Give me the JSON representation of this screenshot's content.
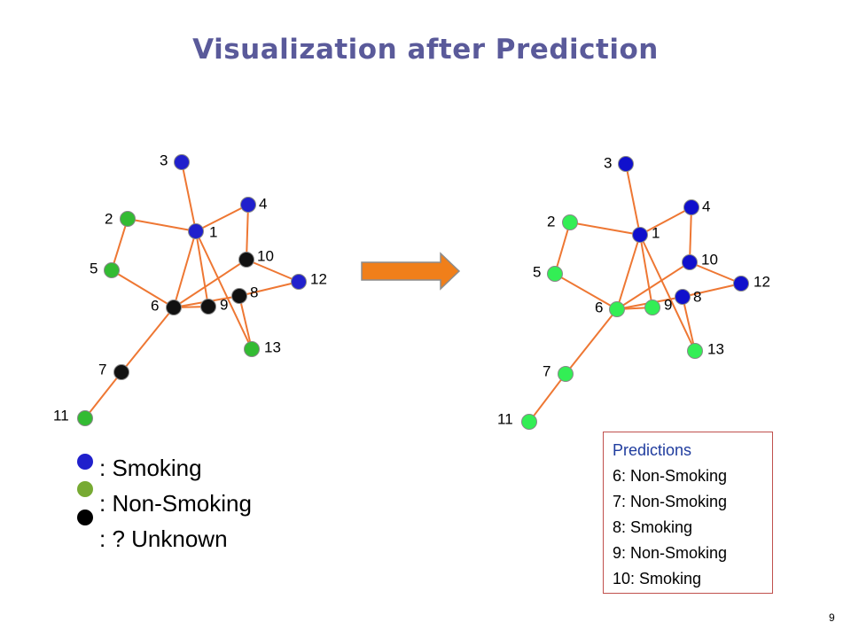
{
  "title": "Visualization after Prediction",
  "colors": {
    "smoking": "#2020cc",
    "non_smoking_before": "#33bb33",
    "unknown": "#111111",
    "non_smoking_after": "#33ee55",
    "smoking_after": "#1010cc",
    "edge": "#ee7733",
    "arrow_fill": "#f07f1a",
    "box_border": "#c0504d",
    "title": "#5a5a9a"
  },
  "nodes": [
    "1",
    "2",
    "3",
    "4",
    "5",
    "6",
    "7",
    "8",
    "9",
    "10",
    "11",
    "12",
    "13"
  ],
  "edges": [
    [
      "3",
      "1"
    ],
    [
      "2",
      "1"
    ],
    [
      "4",
      "1"
    ],
    [
      "2",
      "5"
    ],
    [
      "5",
      "6"
    ],
    [
      "6",
      "9"
    ],
    [
      "6",
      "8"
    ],
    [
      "6",
      "1"
    ],
    [
      "9",
      "1"
    ],
    [
      "1",
      "13"
    ],
    [
      "8",
      "13"
    ],
    [
      "4",
      "10"
    ],
    [
      "10",
      "12"
    ],
    [
      "8",
      "12"
    ],
    [
      "10",
      "6"
    ],
    [
      "6",
      "7"
    ],
    [
      "7",
      "11"
    ]
  ],
  "graph_before": {
    "node_status": {
      "1": "smoking",
      "2": "non-smoking",
      "3": "smoking",
      "4": "smoking",
      "5": "non-smoking",
      "6": "unknown",
      "7": "unknown",
      "8": "unknown",
      "9": "unknown",
      "10": "unknown",
      "11": "non-smoking",
      "12": "smoking",
      "13": "non-smoking"
    }
  },
  "graph_after": {
    "node_status": {
      "1": "smoking",
      "2": "non-smoking",
      "3": "smoking",
      "4": "smoking",
      "5": "non-smoking",
      "6": "non-smoking",
      "7": "non-smoking",
      "8": "smoking",
      "9": "non-smoking",
      "10": "smoking",
      "11": "non-smoking",
      "12": "smoking",
      "13": "non-smoking"
    }
  },
  "legend": [
    {
      "label": ": Smoking",
      "status": "smoking"
    },
    {
      "label": ": Non-Smoking",
      "status": "non-smoking"
    },
    {
      "label": ": ? Unknown",
      "status": "unknown"
    }
  ],
  "predictions": {
    "title": "Predictions",
    "lines": [
      "6: Non-Smoking",
      "7: Non-Smoking",
      "8: Smoking",
      "9: Non-Smoking",
      "10: Smoking"
    ]
  },
  "page_number": "9"
}
